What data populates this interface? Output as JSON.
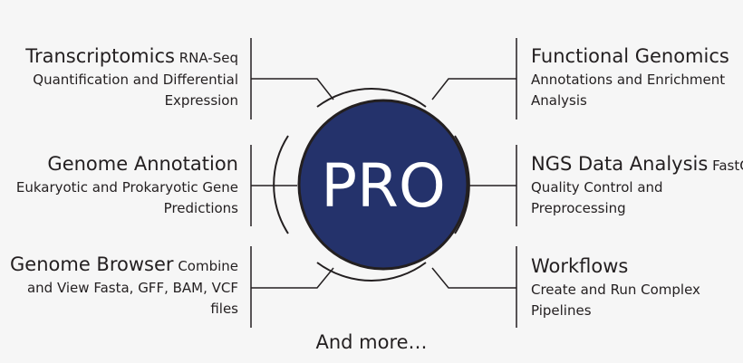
{
  "center": {
    "label": "PRO",
    "fill_color": "#24326b",
    "ring_color": "#231f20"
  },
  "blocks": {
    "transcriptomics": {
      "title": "Transcriptomics",
      "subtitle_inline": "RNA-Seq",
      "lines": [
        "Quantification and Differential",
        "Expression"
      ]
    },
    "genome_annotation": {
      "title": "Genome Annotation",
      "lines": [
        "Eukaryotic and Prokaryotic Gene",
        "Predictions"
      ]
    },
    "genome_browser": {
      "title": "Genome Browser",
      "subtitle_inline": "Combine",
      "lines": [
        "and View Fasta, GFF, BAM, VCF",
        "files"
      ]
    },
    "functional_genomics": {
      "title": "Functional Genomics",
      "lines": [
        "Annotations and Enrichment",
        "Analysis"
      ]
    },
    "ngs_data_analysis": {
      "title": "NGS Data Analysis",
      "subtitle_inline": "FastQ",
      "lines": [
        "Quality Control and",
        "Preprocessing"
      ]
    },
    "workflows": {
      "title": "Workflows",
      "lines": [
        "Create and Run Complex",
        "Pipelines"
      ]
    }
  },
  "footer": {
    "more_label": "And more…"
  },
  "colors": {
    "background": "#f6f6f6",
    "text": "#231f20",
    "line": "#231f20"
  }
}
